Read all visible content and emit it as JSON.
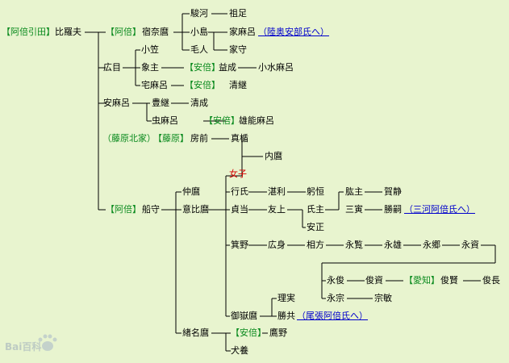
{
  "tags": {
    "abe_hikita": "【阿倍引田】",
    "abe": "【阿倍】",
    "abe2": "【安倍】",
    "abe3": "【安倍】",
    "abe4": "【安倍】",
    "abe5": "【阿倍】",
    "abe6": "【安倍】",
    "fujiwara_hokke": "（藤原北家）",
    "fujiwara": "【藤原】",
    "aichi": "【愛知】"
  },
  "names": {
    "hirafu": "比羅夫",
    "sukunamaro": "宿奈麿",
    "suruga": "駿河",
    "sotari": "祖足",
    "ojima": "小島",
    "iemaro": "家麻呂",
    "iemori": "家守",
    "kebito": "毛人",
    "kogasa": "小笠",
    "hirome": "広目",
    "zoushu": "象主",
    "masunari": "益成",
    "omizumaro": "小水麻呂",
    "yakamaro": "宅麻呂",
    "kiyotsugu": "清継",
    "yasumaro": "安麻呂",
    "toyotsugu": "豊継",
    "kiyonari": "清成",
    "mushimaro": "虫麻呂",
    "onomaro": "雄能麻呂",
    "fusasaki": "房前",
    "matate": "真楯",
    "uchimaro": "内麿",
    "nyoshi": "女子",
    "funamori": "船守",
    "nakamaro": "仲麿",
    "ihimaro": "意比麿",
    "yukiuji": "行氏",
    "tanetoshi": "湛利",
    "mitsune": "躬恒",
    "sadanushi": "貞当",
    "tomokami": "友上",
    "ujinushi": "氏主",
    "yasumasa": "安正",
    "sonushi": "肱主",
    "sango": "三寅",
    "kashizu": "賀静",
    "katsutsugu": "勝嗣",
    "miyano": "箕野",
    "hiromi": "広身",
    "sukemichi": "相方",
    "nagami": "永覧",
    "eiyu": "永雄",
    "nagasato": "永郷",
    "eishi": "永資",
    "nagatoshi": "永俊",
    "toshisuke": "俊資",
    "toshikata": "俊賢",
    "toshinaga": "俊長",
    "eisou": "永宗",
    "munetoshi": "宗敏",
    "mitakemaro": "御嶽麿",
    "masane": "理実",
    "katsutomo": "勝共",
    "moromaro": "緖名麿",
    "yasuno": "鷹野",
    "inukai": "犬養"
  },
  "links": {
    "mutsu": "（陸奥安部氏へ）",
    "mikawa": "（三河阿倍氏へ）",
    "owari": "（尾張阿倍氏へ）"
  },
  "watermark": {
    "text": "Bai百科"
  }
}
